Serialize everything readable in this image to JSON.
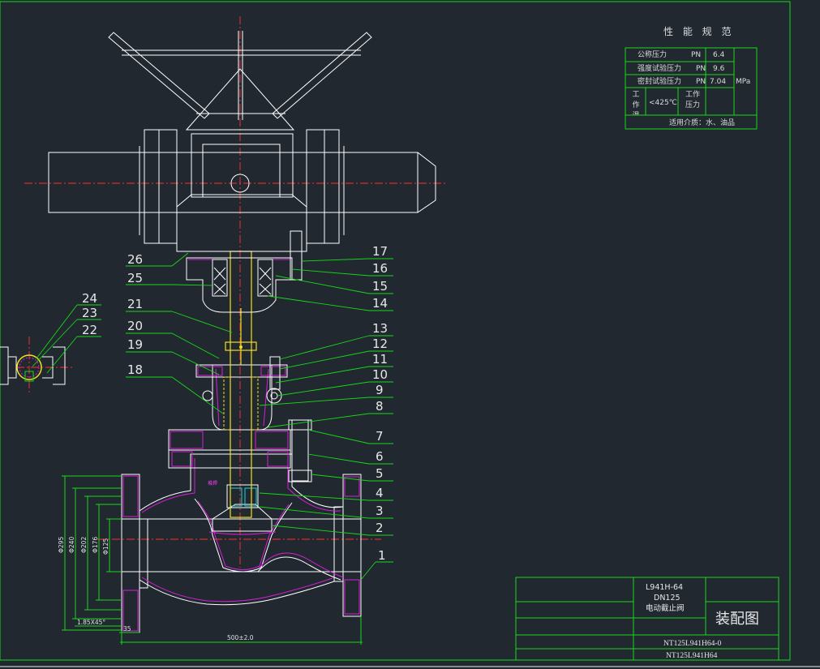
{
  "colors": {
    "background": "#212830",
    "frame": "#18d818",
    "outline": "#ffffff",
    "section_hatch": "#d81ed8",
    "stem": "#f0e020",
    "centerline": "#ff3030"
  },
  "performance_table": {
    "title": "性 能 规 范",
    "rows": [
      {
        "label": "公称压力",
        "symbol": "PN",
        "value": "6.4"
      },
      {
        "label": "强度试验压力",
        "symbol": "PN",
        "value": "9.6"
      },
      {
        "label": "密封试验压力",
        "symbol": "PN",
        "value": "7.04"
      }
    ],
    "unit": "MPa",
    "work_temp_label": "工作温度",
    "work_temp_value": "<425℃",
    "work_pressure_label": "工作压力",
    "medium": "适用介质：水、油品"
  },
  "title_block": {
    "model": "L941H-64",
    "size": "DN125",
    "name": "电动截止阀",
    "drawing_type": "装配图",
    "drawing_no": "NT125L941H64-0",
    "drawing_no_2": "NT125L941H64"
  },
  "part_numbers": [
    "1",
    "2",
    "3",
    "4",
    "5",
    "6",
    "7",
    "8",
    "9",
    "10",
    "11",
    "12",
    "13",
    "14",
    "15",
    "16",
    "17",
    "18",
    "19",
    "20",
    "21",
    "22",
    "23",
    "24",
    "25",
    "26"
  ],
  "dimensions": {
    "d295": "Φ295",
    "d240": "Φ240",
    "d202": "Φ202",
    "d176": "Φ176",
    "d125": "Φ125",
    "chamfer": "1.85X45°",
    "gap": "35",
    "length": "500±2.0",
    "weld_note": "堆焊"
  }
}
